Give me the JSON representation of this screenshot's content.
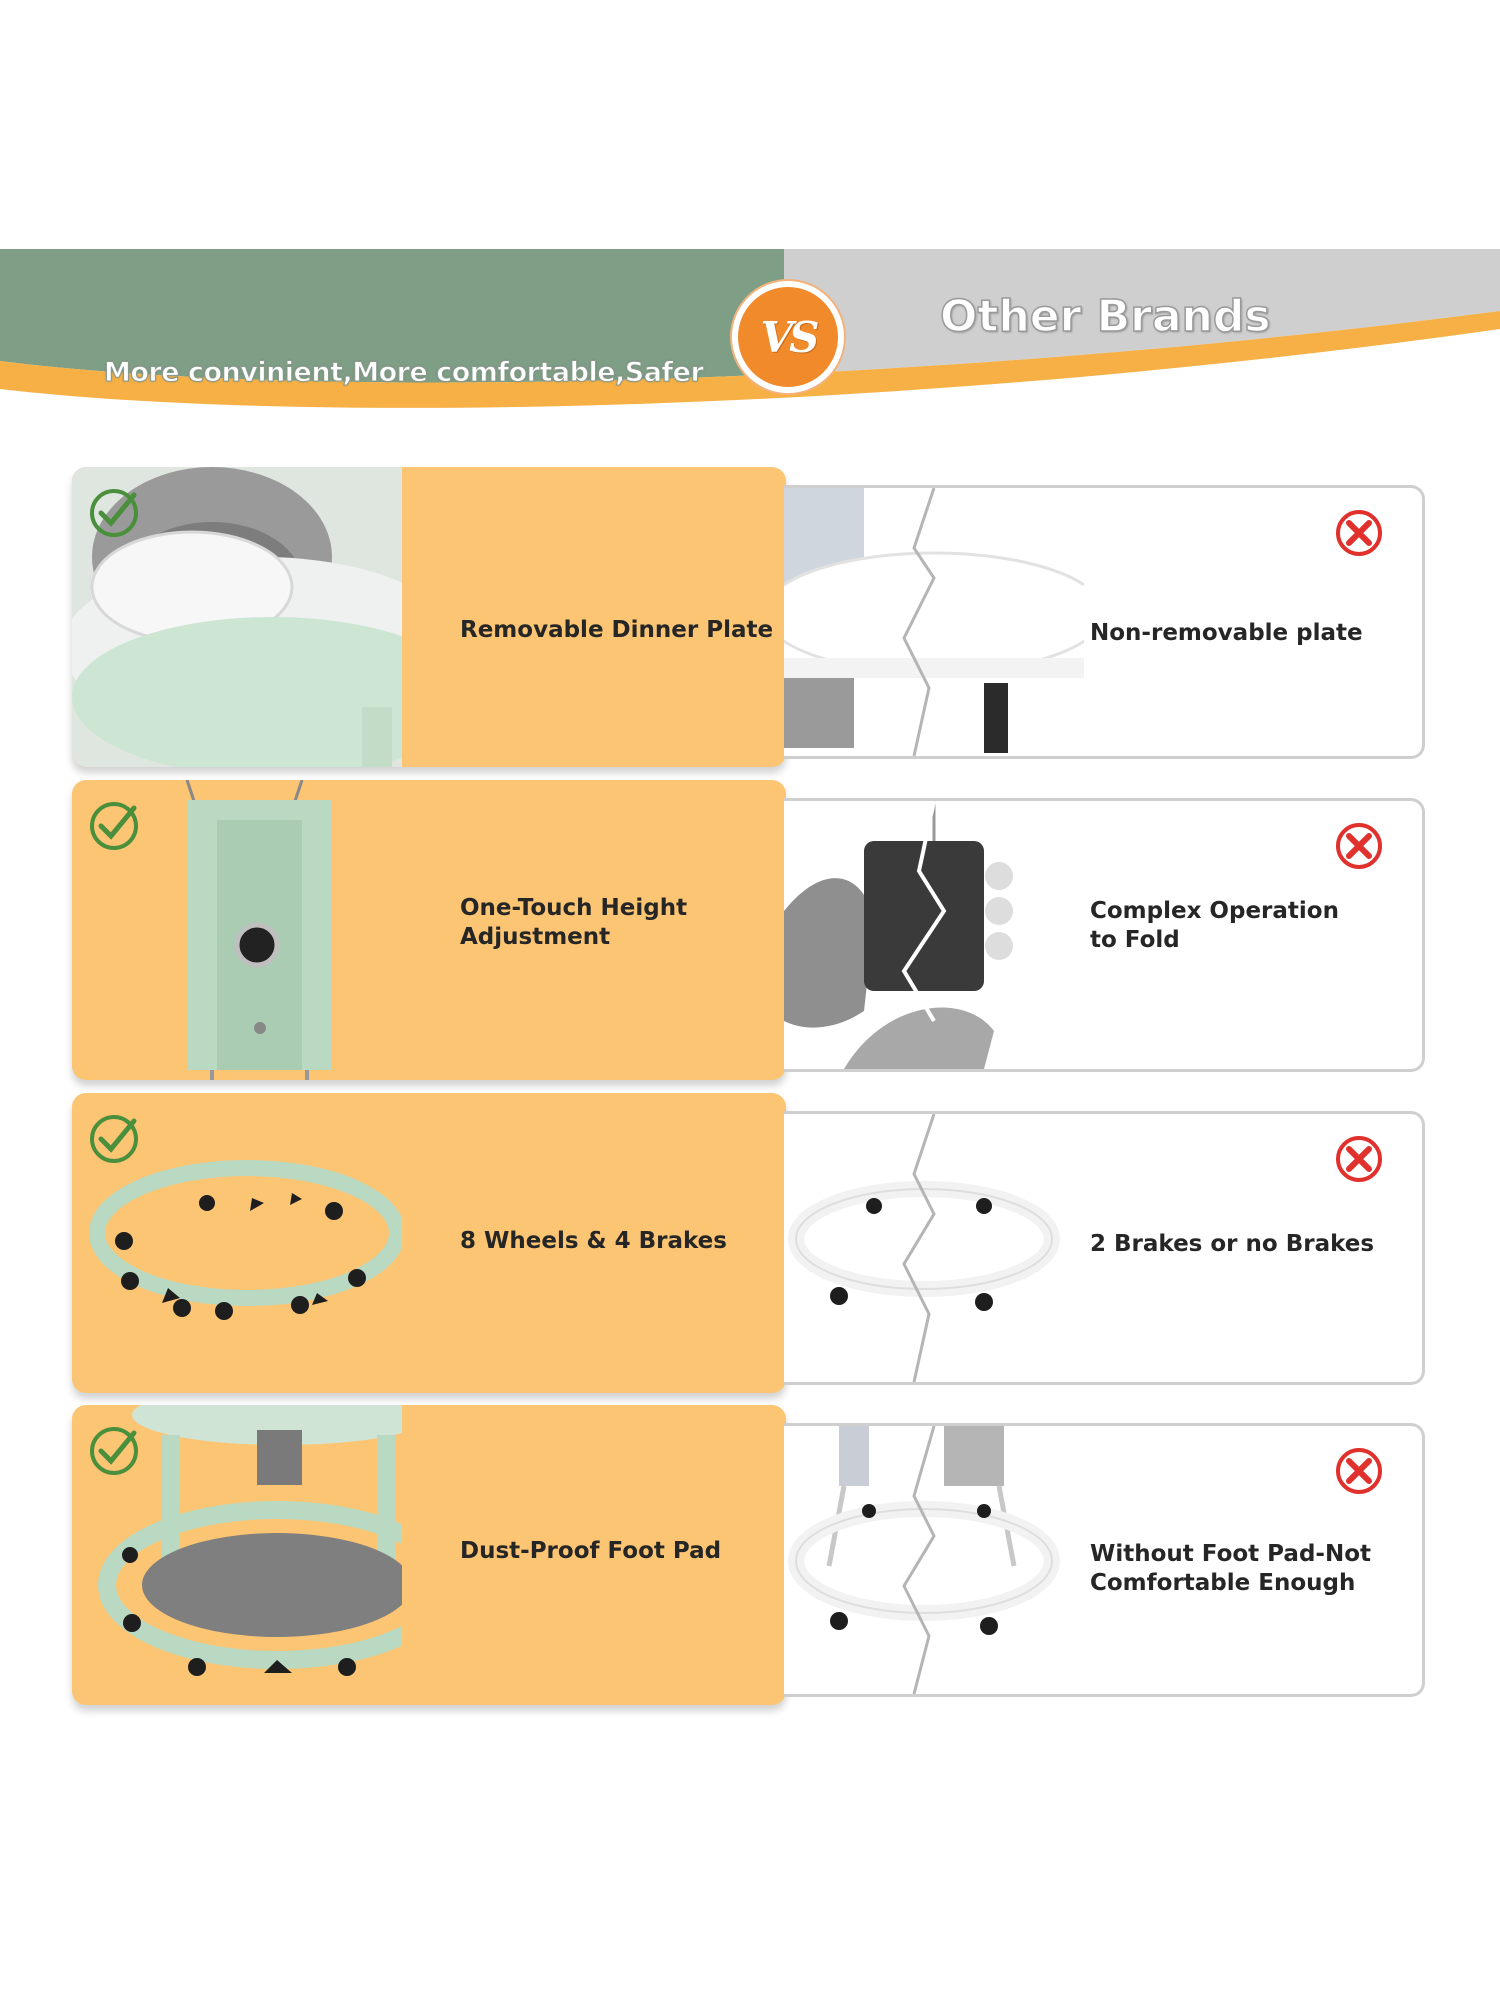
{
  "header": {
    "tagline": "More convinient,More comfortable,Safer",
    "vs_label": "VS",
    "other_brands_title": "Other Brands"
  },
  "colors": {
    "header_green": "#7f9e86",
    "header_grey": "#cfcfcf",
    "accent_orange": "#f08a2b",
    "card_orange": "#fcc573",
    "check_green": "#4a8f3c",
    "x_red": "#e0312d",
    "product_mint": "#b9d9c2"
  },
  "comparisons": [
    {
      "ours": "Removable Dinner Plate",
      "theirs": "Non-removable plate",
      "icon_ours": "check-icon",
      "icon_theirs": "x-icon"
    },
    {
      "ours": "One-Touch Height\nAdjustment",
      "theirs": "Complex Operation\n to Fold",
      "icon_ours": "check-icon",
      "icon_theirs": "x-icon"
    },
    {
      "ours": "8 Wheels & 4 Brakes",
      "theirs": "2 Brakes or no Brakes",
      "icon_ours": "check-icon",
      "icon_theirs": "x-icon"
    },
    {
      "ours": "Dust-Proof Foot Pad",
      "theirs": "Without Foot Pad-Not\nComfortable Enough",
      "icon_ours": "check-icon",
      "icon_theirs": "x-icon"
    }
  ]
}
